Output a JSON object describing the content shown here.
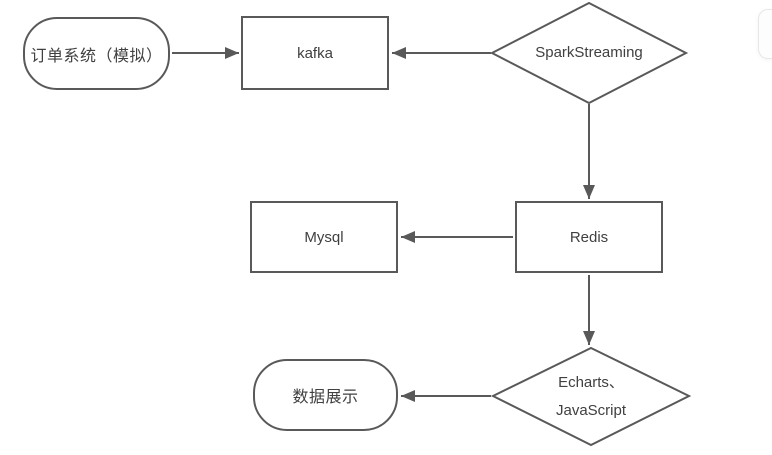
{
  "diagram": {
    "title": "order-stream-processing-flowchart",
    "colors": {
      "stroke_color": "#595959",
      "text_color": "#404040",
      "bg_color": "#ffffff"
    },
    "nodes": {
      "order_system": {
        "label": "订单系统（模拟）",
        "shape": "stadium"
      },
      "kafka": {
        "label": "kafka",
        "shape": "rectangle"
      },
      "spark_streaming": {
        "label": "SparkStreaming",
        "shape": "diamond"
      },
      "mysql": {
        "label": "Mysql",
        "shape": "rectangle"
      },
      "redis": {
        "label": "Redis",
        "shape": "rectangle"
      },
      "echarts": {
        "label_line1": "Echarts、",
        "label_line2": "JavaScript",
        "shape": "diamond"
      },
      "data_display": {
        "label": "数据展示",
        "shape": "stadium"
      }
    },
    "edges": [
      {
        "from": "order_system",
        "to": "kafka"
      },
      {
        "from": "spark_streaming",
        "to": "kafka"
      },
      {
        "from": "spark_streaming",
        "to": "redis"
      },
      {
        "from": "redis",
        "to": "mysql"
      },
      {
        "from": "redis",
        "to": "echarts"
      },
      {
        "from": "echarts",
        "to": "data_display"
      }
    ]
  }
}
